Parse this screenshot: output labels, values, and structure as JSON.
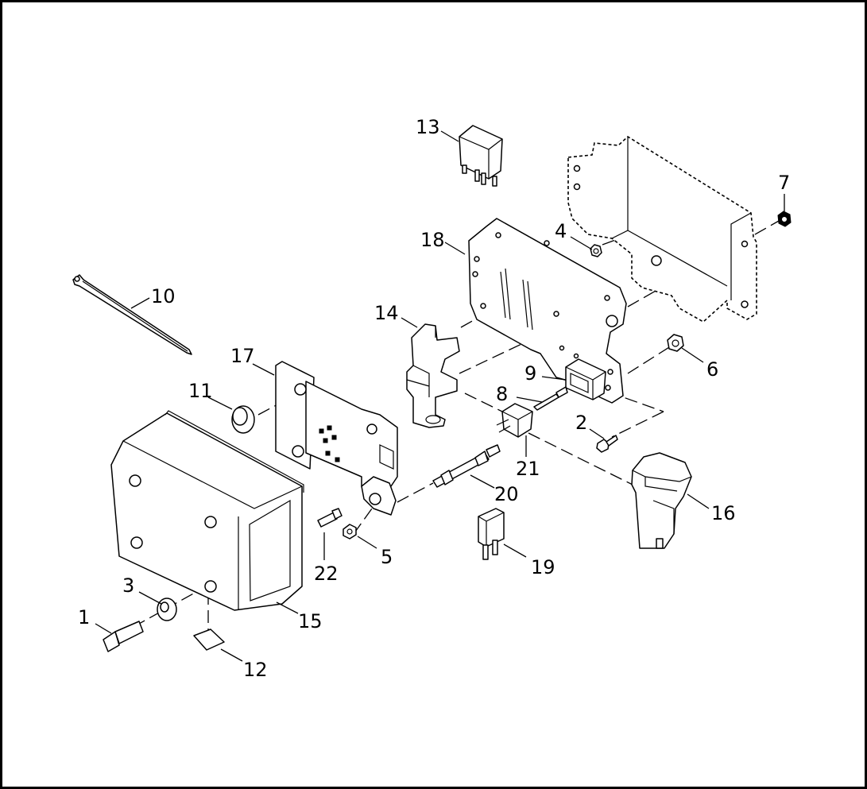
{
  "callouts": [
    {
      "id": "c1",
      "label": "1",
      "part": "screw"
    },
    {
      "id": "c2",
      "label": "2",
      "part": "screw"
    },
    {
      "id": "c3",
      "label": "3",
      "part": "washer"
    },
    {
      "id": "c4",
      "label": "4",
      "part": "nut"
    },
    {
      "id": "c5",
      "label": "5",
      "part": "nut"
    },
    {
      "id": "c6",
      "label": "6",
      "part": "nut"
    },
    {
      "id": "c7",
      "label": "7",
      "part": "nut"
    },
    {
      "id": "c8",
      "label": "8",
      "part": "pin"
    },
    {
      "id": "c9",
      "label": "9",
      "part": "connector-housing"
    },
    {
      "id": "c10",
      "label": "10",
      "part": "cable-strap"
    },
    {
      "id": "c11",
      "label": "11",
      "part": "grommet"
    },
    {
      "id": "c12",
      "label": "12",
      "part": "pad"
    },
    {
      "id": "c13",
      "label": "13",
      "part": "relay"
    },
    {
      "id": "c14",
      "label": "14",
      "part": "clip"
    },
    {
      "id": "c15",
      "label": "15",
      "part": "cover"
    },
    {
      "id": "c16",
      "label": "16",
      "part": "module"
    },
    {
      "id": "c17",
      "label": "17",
      "part": "bracket"
    },
    {
      "id": "c18",
      "label": "18",
      "part": "mounting-plate"
    },
    {
      "id": "c19",
      "label": "19",
      "part": "circuit-breaker"
    },
    {
      "id": "c20",
      "label": "20",
      "part": "stud"
    },
    {
      "id": "c21",
      "label": "21",
      "part": "connector"
    },
    {
      "id": "c22",
      "label": "22",
      "part": "screw"
    }
  ]
}
